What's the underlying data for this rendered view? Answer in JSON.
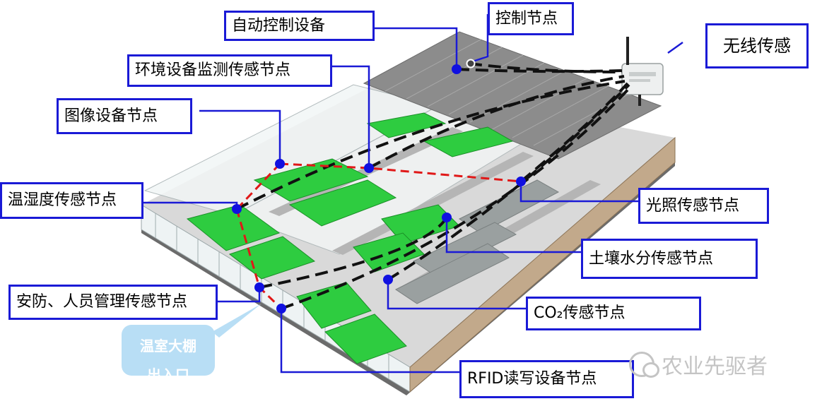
{
  "labels": {
    "auto_control": "自动控制设备",
    "control_node": "控制节点",
    "wireless": "无线传感",
    "env_monitor": "环境设备监测传感节点",
    "image_node": "图像设备节点",
    "temp_humidity": "温湿度传感节点",
    "light": "光照传感节点",
    "soil_moisture": "土壤水分传感节点",
    "security": "安防、人员管理传感节点",
    "co2": "CO₂传感节点",
    "rfid": "RFID读写设备节点"
  },
  "entrance": {
    "line1": "温室大棚",
    "line2": "出入口"
  },
  "watermark": "农业先驱者",
  "colors": {
    "label_border": "#1a1ad6",
    "node_dot": "#1010e0",
    "wired_link": "#e01818",
    "wireless_link": "#111111",
    "plants": "#2ecc40",
    "roof": "#8c8c8c",
    "entrance_bg": "#b8def5"
  }
}
